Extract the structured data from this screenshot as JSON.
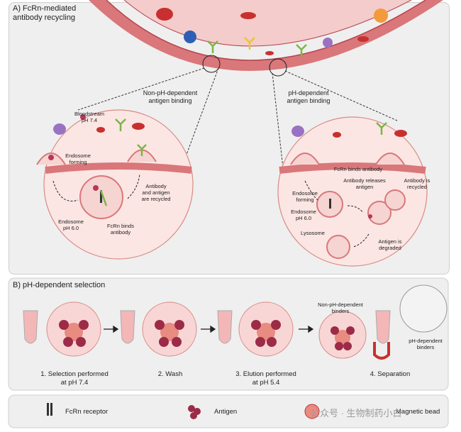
{
  "panel_a": {
    "title": "A) FcRn-mediated\nantibody recycling",
    "left": {
      "heading": "Non-pH-dependent\nantigen binding",
      "bloodstream": "Bloodstream\npH 7.4",
      "endosome_forming": "Endosome\nforming",
      "endosome_ph": "Endosome\npH 6.0",
      "fcrn_binds": "FcRn binds\nantibody",
      "recycled": "Antibody\nand antigen\nare recycled"
    },
    "right": {
      "heading": "pH-dependent\nantigen binding",
      "fcrn_binds": "FcRn binds antibody",
      "releases": "Antibody releases\nantigen",
      "is_recycled": "Antibody is\nrecycled",
      "endosome_forming": "Endosome\nforming",
      "endosome_ph": "Endosome\npH 6.0",
      "lysosome": "Lysosome",
      "degraded": "Antigen is\ndegraded"
    }
  },
  "panel_b": {
    "title": "B) pH-dependent selection",
    "steps": [
      "1. Selection performed\nat pH 7.4",
      "2. Wash",
      "3. Elution performed\nat pH 5.4",
      "4. Separation"
    ],
    "non_ph_binders": "Non-pH-dependent\nbinders",
    "ph_binders": "pH-dependent\nbinders"
  },
  "legend": {
    "fcrn": "FcRn receptor",
    "antigen": "Antigen",
    "bead": "Magnetic bead"
  },
  "watermark": "公众号 · 生物制药小白",
  "colors": {
    "vessel": "#d9777a",
    "vessel_dark": "#b5434b",
    "cell_fill": "#f6d4d2",
    "antigen": "#b5385a",
    "bead": "#e88b80",
    "antibody_green": "#7ab648",
    "antibody_yellow": "#e8c53a"
  }
}
